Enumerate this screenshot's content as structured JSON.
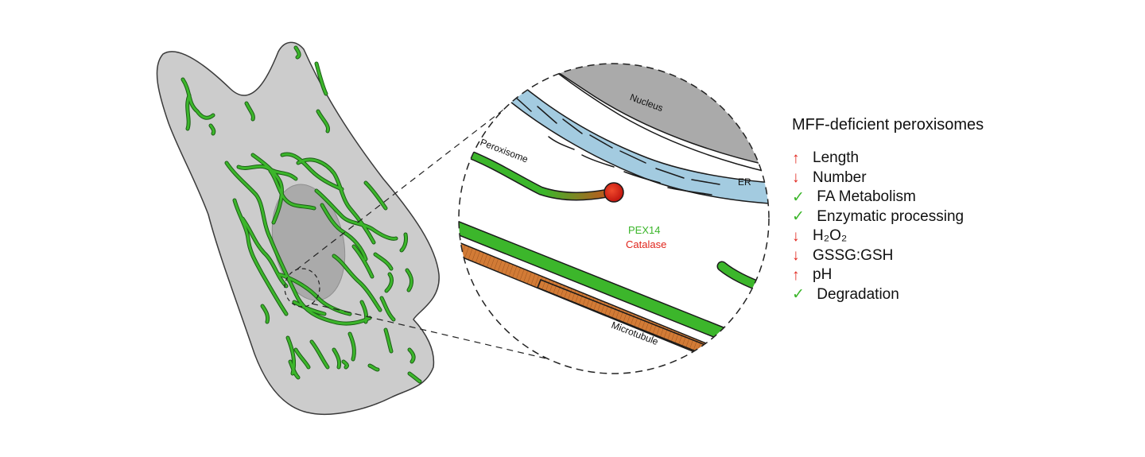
{
  "labels": {
    "nucleus": "Nucleus",
    "er": "ER",
    "peroxisome": "Peroxisome",
    "pex14": "PEX14",
    "catalase": "Catalase",
    "microtubule": "Microtubule"
  },
  "colors": {
    "cell": "#cccccc",
    "nucleus": "#aaaaaa",
    "er": "#a3cbe0",
    "peroxisome": "#3cb62b",
    "catalase": "#e0241b",
    "microtubule": "#d27b36",
    "arrow_up": "#e0241b",
    "arrow_down": "#e0241b",
    "check": "#3cb62b"
  },
  "legend": {
    "title": "MFF-deficient peroxisomes",
    "items": [
      {
        "icon": "↑",
        "icon_name": "up-arrow-icon",
        "color": "#e0241b",
        "text": "Length"
      },
      {
        "icon": "↓",
        "icon_name": "down-arrow-icon",
        "color": "#e0241b",
        "text": "Number"
      },
      {
        "icon": "✓",
        "icon_name": "check-icon",
        "color": "#3cb62b",
        "text": " FA Metabolism"
      },
      {
        "icon": "✓",
        "icon_name": "check-icon",
        "color": "#3cb62b",
        "text": " Enzymatic processing"
      },
      {
        "icon": "↓",
        "icon_name": "down-arrow-icon",
        "color": "#e0241b",
        "text": "H₂O₂"
      },
      {
        "icon": "↓",
        "icon_name": "down-arrow-icon",
        "color": "#e0241b",
        "text": "GSSG:GSH"
      },
      {
        "icon": "↑",
        "icon_name": "up-arrow-icon",
        "color": "#e0241b",
        "text": "pH"
      },
      {
        "icon": "✓",
        "icon_name": "check-icon",
        "color": "#3cb62b",
        "text": " Degradation"
      }
    ]
  }
}
